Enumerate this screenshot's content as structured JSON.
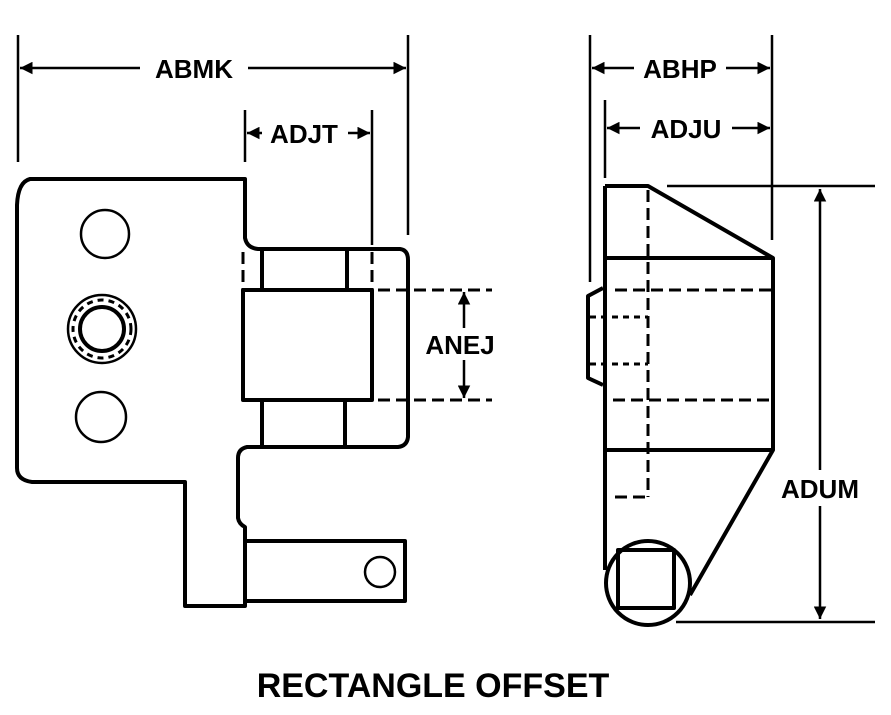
{
  "title": "RECTANGLE OFFSET",
  "dimensions": {
    "abmk": "ABMK",
    "adjt": "ADJT",
    "anej": "ANEJ",
    "abhp": "ABHP",
    "adju": "ADJU",
    "adum": "ADUM"
  }
}
